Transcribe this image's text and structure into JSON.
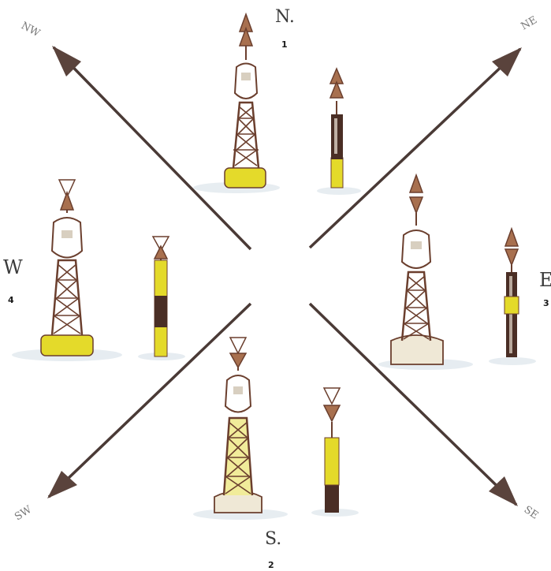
{
  "labels": {
    "north": "N.",
    "north_num": "1",
    "south": "S.",
    "south_num": "2",
    "east": "E",
    "east_num": "3",
    "west": "W",
    "west_num": "4",
    "nw": "NW",
    "ne": "NE",
    "sw": "SW",
    "se": "SE"
  },
  "colors": {
    "arrow": "#4a3a36",
    "arrowhead": "#5a433c",
    "lattice": "#6b3f2e",
    "yellow": "#e4da2a",
    "black_band": "#4a2e25",
    "water": "#dfe6ec"
  },
  "icons": [
    "buoy-north",
    "beacon-north",
    "buoy-south",
    "beacon-south",
    "buoy-east",
    "beacon-east",
    "buoy-west",
    "beacon-west"
  ]
}
